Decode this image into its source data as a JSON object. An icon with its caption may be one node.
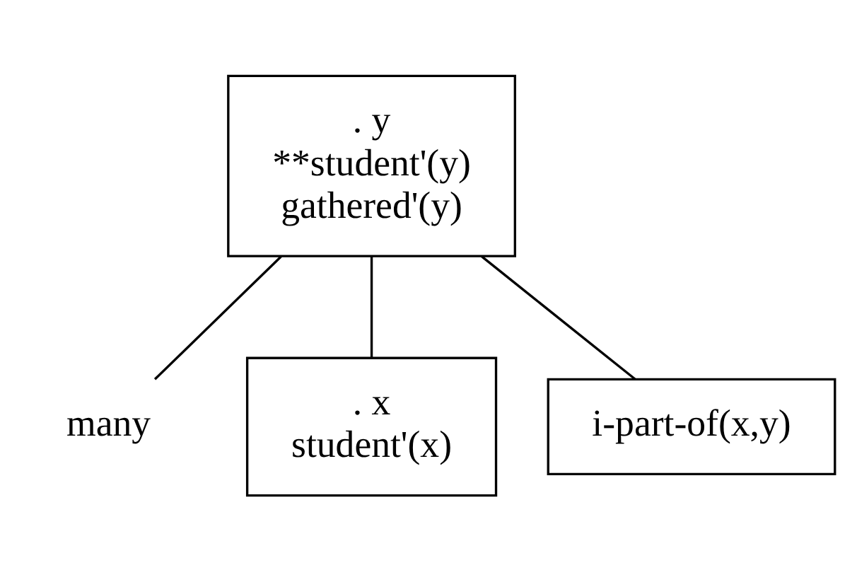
{
  "diagram": {
    "nodes": [
      {
        "text": [
          ". y",
          "**student'(y)",
          "gathered'(y)"
        ]
      },
      {
        "text": [
          "many"
        ]
      },
      {
        "text": [
          ". x",
          "student'(x)"
        ]
      },
      {
        "text": [
          "i-part-of(x,y)"
        ]
      }
    ],
    "edges": [
      {
        "from": 0,
        "to": 1,
        "arrow": "none"
      },
      {
        "from": 0,
        "to": 2,
        "arrow": "none"
      },
      {
        "from": 0,
        "to": 3,
        "arrow": "none"
      }
    ]
  }
}
